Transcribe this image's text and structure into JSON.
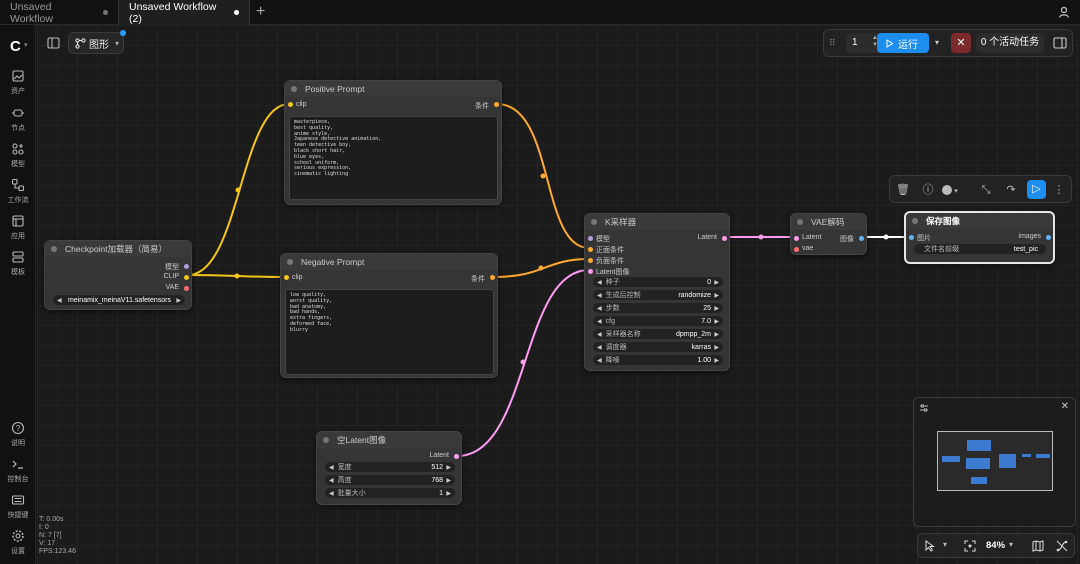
{
  "tabs": [
    {
      "label": "Unsaved Workflow",
      "active": false
    },
    {
      "label": "Unsaved Workflow (2)",
      "active": true
    }
  ],
  "sidebar": {
    "logo": "C",
    "items": [
      {
        "label": "资产",
        "icon": "assets-icon"
      },
      {
        "label": "节点",
        "icon": "nodes-icon"
      },
      {
        "label": "模型",
        "icon": "model-icon"
      },
      {
        "label": "工作流",
        "icon": "workflow-icon"
      },
      {
        "label": "应用",
        "icon": "app-icon"
      },
      {
        "label": "模板",
        "icon": "template-icon"
      }
    ],
    "bottom_items": [
      {
        "label": "说明",
        "icon": "help-icon"
      },
      {
        "label": "控制台",
        "icon": "console-icon"
      },
      {
        "label": "快捷键",
        "icon": "keyboard-icon"
      },
      {
        "label": "设置",
        "icon": "settings-icon"
      }
    ]
  },
  "stats": {
    "t": "T: 0.00s",
    "i": "I: 0",
    "n": "N: 7 [7]",
    "v": "V: 17",
    "fps": "FPS:123.46"
  },
  "toolbar": {
    "graph_label": "图形"
  },
  "run_panel": {
    "count": "1",
    "run_label": "运行",
    "stop": "✕",
    "queue_label": "0 个活动任务"
  },
  "colors": {
    "accent": "#1d8ef0",
    "clip_wire": "#f5c518",
    "latent_wire": "#ff9cf0",
    "conditioning_wire": "#ffa931",
    "image_wire": "#64b5f6",
    "vae_wire": "#ff6e6e"
  },
  "nodes": {
    "checkpoint": {
      "title": "Checkpoint加载器（简易）",
      "outputs": [
        "模型",
        "CLIP",
        "VAE"
      ],
      "ckpt_value": "meinamix_meinaV11.safetensors"
    },
    "positive": {
      "title": "Positive Prompt",
      "input": "clip",
      "output": "条件",
      "text": "masterpiece,\nbest quality,\nanime style,\nJapanese detective animation,\nteen detective boy,\nblack short hair,\nblue eyes,\nschool uniform,\nserious expression,\ncinematic lighting"
    },
    "negative": {
      "title": "Negative Prompt",
      "input": "clip",
      "output": "条件",
      "text": "low quality,\nworst quality,\nbad anatomy,\nbad hands,\nextra fingers,\ndeformed face,\nblurry"
    },
    "latent": {
      "title": "空Latent图像",
      "output": "Latent",
      "widgets": [
        {
          "label": "宽度",
          "value": "512"
        },
        {
          "label": "高度",
          "value": "768"
        },
        {
          "label": "批量大小",
          "value": "1"
        }
      ]
    },
    "ksampler": {
      "title": "K采样器",
      "inputs": [
        "模型",
        "正面条件",
        "负面条件",
        "Latent图像"
      ],
      "output": "Latent",
      "widgets": [
        {
          "label": "种子",
          "value": "0"
        },
        {
          "label": "生成后控制",
          "value": "randomize"
        },
        {
          "label": "步数",
          "value": "25"
        },
        {
          "label": "cfg",
          "value": "7.0"
        },
        {
          "label": "采样器名称",
          "value": "dpmpp_2m"
        },
        {
          "label": "调度器",
          "value": "karras"
        },
        {
          "label": "降噪",
          "value": "1.00"
        }
      ]
    },
    "vae_decode": {
      "title": "VAE解码",
      "inputs": [
        "Latent",
        "vae"
      ],
      "output": "图像"
    },
    "save_image": {
      "title": "保存图像",
      "input": "图片",
      "output": "images",
      "widget_label": "文件名前缀",
      "widget_value": "test_pic"
    }
  },
  "zoom": "84%"
}
